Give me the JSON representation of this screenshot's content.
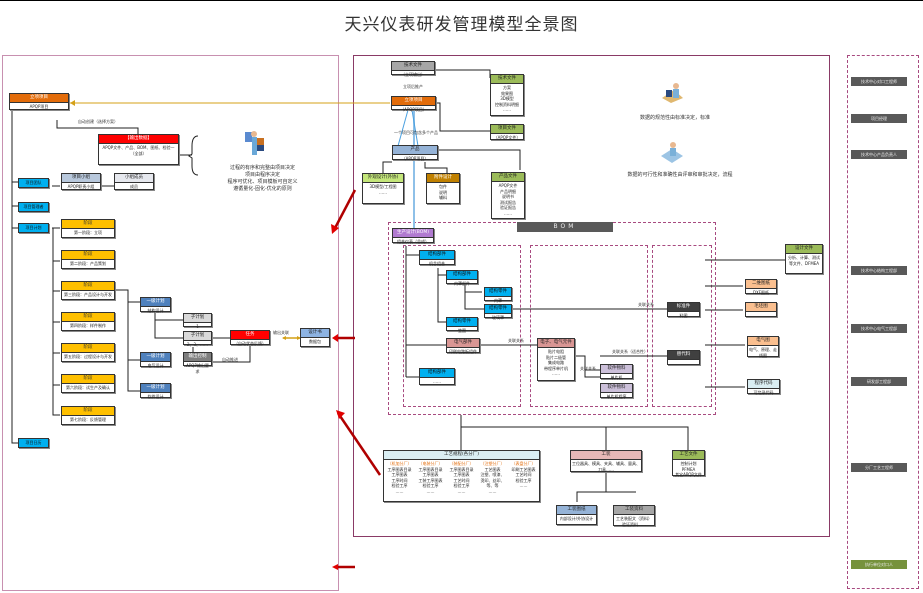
{
  "title": "天兴仪表研发管理模型全景图",
  "left": {
    "project": {
      "head": "立项项目",
      "body": "APQP项目"
    },
    "input": {
      "head": "【输出数据】",
      "body": "APQP文件、产品、BOM、图纸、检验一（全部）"
    },
    "input_label": "自动创建（选择方案）",
    "team": "项目团队",
    "team_group": {
      "head": "项目小组",
      "body": "APQP职责小组"
    },
    "team_member": {
      "head": "小组成员",
      "body": "成员"
    },
    "manager": "项目管理者",
    "plan": "项目计划",
    "calendar": "项目日历",
    "phases": [
      {
        "head": "阶段",
        "body": "第一阶段：立项"
      },
      {
        "head": "阶段",
        "body": "第二阶段：产品策划"
      },
      {
        "head": "阶段",
        "body": "第三阶段：产品设计与开发"
      },
      {
        "head": "阶段",
        "body": "第四阶段：样件制作"
      },
      {
        "head": "阶段",
        "body": "第五阶段：过程设计与开发"
      },
      {
        "head": "阶段",
        "body": "第六阶段：试生产及确认"
      },
      {
        "head": "阶段",
        "body": "第七阶段：反馈管理"
      }
    ],
    "level1": [
      {
        "head": "一级计划",
        "body": "结构设计"
      },
      {
        "head": "一级计划",
        "body": "电气设计"
      },
      {
        "head": "一级计划",
        "body": "软件设计"
      }
    ],
    "sub1": {
      "head": "子计划",
      "body": "1"
    },
    "sub2": {
      "head": "子计划",
      "body": "2、3、……"
    },
    "output_ctrl": {
      "head": "输出控制",
      "body": "APQP输出要求"
    },
    "task": {
      "head": "任务",
      "body": "（自动状态反馈）"
    },
    "auto_label": "自动推进",
    "output_rel": "输出关联",
    "design_doc": {
      "head": "设计书",
      "body": "数据包"
    },
    "desc_lines": [
      "过程的有序和完整由项目决定",
      "项目由程序决定",
      "程序可优化、项目模板可自定义",
      "遵循量化-固化-优化的原则"
    ]
  },
  "right": {
    "tech_req": {
      "head": "技术文件",
      "body": "（立项输出）"
    },
    "tech_req_label": "立项后推产",
    "project": {
      "head": "立项项目",
      "body": "（APQP项目）"
    },
    "tech_docs": {
      "head": "技术文件",
      "items": [
        "方案",
        "效果图",
        "3D模型",
        "控制资料明细",
        "……"
      ]
    },
    "proj_docs": {
      "head": "项目文件",
      "body": "（APQP文件）"
    },
    "one_project_label": "一个项目可包含多个产品",
    "product": {
      "head": "产品",
      "body": "（APQP项目）"
    },
    "appearance": {
      "head": "外观设计(外协)",
      "items": [
        "3D模型/工程图",
        "……"
      ]
    },
    "accessory": {
      "head": "附件设计",
      "items": [
        "包件",
        "说明",
        "辅料"
      ]
    },
    "product_docs": {
      "head": "产品文件",
      "items": [
        "APQP文件",
        "产品明细",
        "说明书",
        "测试报告",
        "验证报告",
        "……"
      ]
    },
    "ebom": {
      "head": "生产设计(BOM)",
      "body": "组合仪表（总成）"
    },
    "bom_label": "BOM",
    "struct1": {
      "head": "结构部件",
      "body": "机芯组合"
    },
    "struct2": {
      "head": "结构部件",
      "body": "内罩部件"
    },
    "struct3": {
      "head": "结构零件",
      "body": "内罩"
    },
    "struct4": {
      "head": "结构零件",
      "body": "玻璃罩"
    },
    "struct5": {
      "head": "结构零件",
      "body": "垫圈"
    },
    "struct6": {
      "head": "结构部件",
      "body": "……"
    },
    "elec_part": {
      "head": "电气部件",
      "body": "印刷电路板组件"
    },
    "elec_mat": {
      "head": "电子、电气元件",
      "items": [
        "贴片电阻",
        "贴片二极管",
        "集成电路",
        "带程序单片机",
        "……"
      ]
    },
    "soft1": {
      "head": "软件物料",
      "body": "单片机"
    },
    "soft2": {
      "head": "软件物料",
      "body": "单片机程序"
    },
    "std_part": {
      "head": "标准件",
      "body": "料图"
    },
    "sub_part": {
      "head": "替代料",
      "body": ""
    },
    "rel_labels": {
      "r1": "关联关系",
      "r2": "关联关系",
      "r3": "关联关系",
      "r4": "关联关系（适合性）"
    },
    "design_docs": {
      "head": "设计文件",
      "body": "分析、计算、测试等文件、DFMEA"
    },
    "drawing2d": {
      "head": "二维图纸",
      "body": "DXF图纸"
    },
    "hair": {
      "head": "毛坯图",
      "body": ""
    },
    "elec_draw": {
      "head": "电气图",
      "body": "电气、原理、走线图"
    },
    "code": {
      "head": "程序代码",
      "body": "可烧录代码"
    },
    "process": {
      "head": "工艺规程(各分厂)",
      "cols": [
        {
          "head": "（机加分厂）",
          "items": [
            "工序图表目录",
            "工序图表",
            "工序时间",
            "检验工序",
            "……"
          ]
        },
        {
          "head": "（电装分厂）",
          "items": [
            "工序图表目录",
            "工序图表",
            "工装工序图表",
            "检验工序",
            "……"
          ]
        },
        {
          "head": "（装配分厂）",
          "items": [
            "工序图表目录",
            "工序图表",
            "工艺时间",
            "检验工序",
            "……"
          ]
        },
        {
          "head": "（注塑分厂）",
          "items": [
            "工艺图表",
            "注塑、喷漆、",
            "烫印、丝印、",
            "等、等",
            "……"
          ]
        },
        {
          "head": "（表盘分厂）",
          "items": [
            "印刷工艺图表",
            "工艺时间",
            "检验工序",
            "……"
          ]
        }
      ]
    },
    "tooling": {
      "head": "工装",
      "body": "工位器具、模具、夹具、辅具、量具、刀具……"
    },
    "process_docs": {
      "head": "工艺文件",
      "items": [
        "控制计划",
        "PFMEA",
        "其它APQP文件"
      ]
    },
    "tool_draw": {
      "head": "工装图纸",
      "body": "内部设计/外协设计"
    },
    "tool_data": {
      "head": "工装资料",
      "body": "工艺装配文（资料）验证资料……"
    },
    "desc1": "数据的规范性由标准决定，标准",
    "desc2": "数据的可行性和准确性由评审和审批决定，流程"
  },
  "roles": [
    "技术中心对口工程师",
    "项目经理",
    "技术中心产品负责人",
    "技术中心结构工程部",
    "技术中心电气工程部",
    "研发部工程部",
    "分厂工艺工程师",
    "执行单位对口人"
  ]
}
